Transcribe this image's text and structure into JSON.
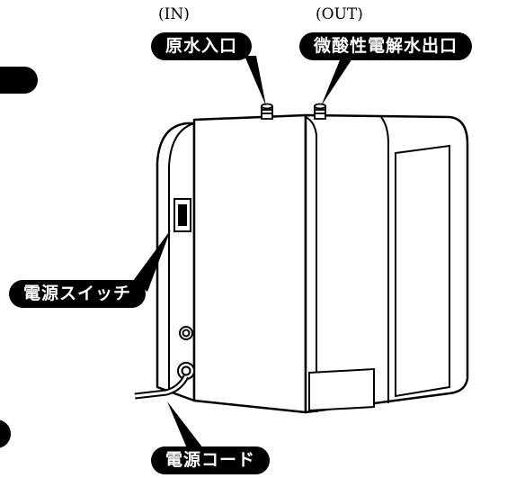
{
  "labels": {
    "inlet_caption": "(IN)",
    "outlet_caption": "(OUT)",
    "inlet": "原水入口",
    "outlet": "微酸性電解水出口",
    "power_switch": "電源スイッチ",
    "power_cord": "電源コード"
  }
}
